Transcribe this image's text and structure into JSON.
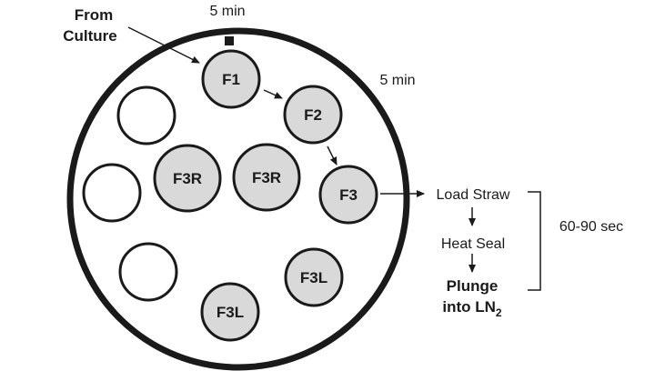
{
  "labels": {
    "from_culture_line1": "From",
    "from_culture_line2": "Culture",
    "time_top": "5 min",
    "time_right": "5 min",
    "load_straw": "Load Straw",
    "heat_seal": "Heat Seal",
    "plunge_line1": "Plunge",
    "plunge_line2_prefix": "into LN",
    "plunge_line2_sub": "2",
    "duration": "60-90 sec"
  },
  "wells": {
    "f1": "F1",
    "f2": "F2",
    "f3": "F3",
    "f3r_left": "F3R",
    "f3r_center": "F3R",
    "f3l_right": "F3L",
    "f3l_bottom": "F3L"
  },
  "colors": {
    "filled_well": "#d9d9d9",
    "empty_well": "#ffffff",
    "stroke": "#1a1a1a"
  }
}
